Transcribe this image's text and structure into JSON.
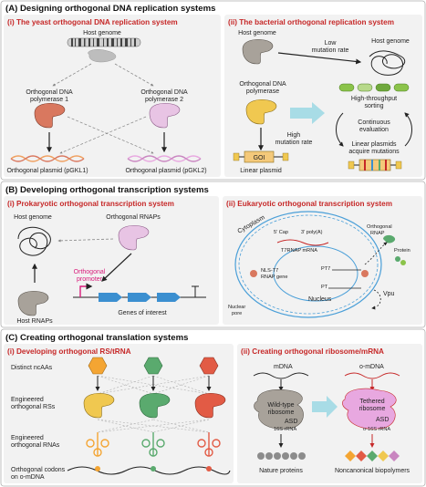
{
  "sections": {
    "A": {
      "title": "(A)  Designing orthogonal DNA replication systems",
      "i": {
        "subtitle": "(i) The yeast orthogonal DNA replication system",
        "host_genome": "Host genome",
        "pol1": [
          "Orthogonal DNA",
          "polymerase 1"
        ],
        "pol2": [
          "Orthogonal DNA",
          "polymerase 2"
        ],
        "plasmid1": "Orthogonal plasmid (pGKL1)",
        "plasmid2": "Orthogonal plasmid (pGKL2)"
      },
      "ii": {
        "subtitle": "(ii) The bacterial orthogonal replication system",
        "host_genome_left": "Host genome",
        "host_genome_right": "Host genome",
        "low_rate": [
          "Low",
          "mutation rate"
        ],
        "pol": [
          "Orthogonal DNA",
          "polymerase"
        ],
        "high_rate": [
          "High",
          "mutation rate"
        ],
        "goi": "GOI",
        "linear_plasmid": "Linear plasmid",
        "sorting": [
          "High-throughput",
          "sorting"
        ],
        "evaluation": [
          "Continuous",
          "evaluation"
        ],
        "acquire": [
          "Linear plasmids",
          "acquire mutations"
        ]
      }
    },
    "B": {
      "title": "(B)  Developing orthogonal transcription systems",
      "i": {
        "subtitle": "(i) Prokaryotic orthogonal transcription system",
        "host_genome": "Host genome",
        "rnaps": "Orthogonal RNAPs",
        "host_rnaps": "Host RNAPs",
        "promoter": [
          "Orthogonal",
          "promoter"
        ],
        "genes": "Genes of interest"
      },
      "ii": {
        "subtitle": "(ii) Eukaryotic orthogonal transcription system",
        "cytoplasm": "Cytoplasm",
        "cap": "5' Cap",
        "polya": "3' poly(A)",
        "mrna": "T7RNAP mRNA",
        "nls": [
          "NLS-T7",
          "RNAP gene"
        ],
        "nucleus": "Nucleus",
        "pore": [
          "Nuclear",
          "pore"
        ],
        "orth_rnap": [
          "Orthogonal",
          "RNAP"
        ],
        "protein": "Protein",
        "pt7": "PT7",
        "pt": "PT",
        "vpu": "Vpu"
      }
    },
    "C": {
      "title": "(C)  Creating orthogonal translation systems",
      "i": {
        "subtitle": "(i) Developing orthogonal RS/tRNA",
        "ncaas": "Distinct ncAAs",
        "rss": [
          "Engineered",
          "orthogonal RSs"
        ],
        "rnas": [
          "Engineered",
          "orthogonal RNAs"
        ],
        "codons": [
          "Orthogonal codons",
          "on o-mDNA"
        ]
      },
      "ii": {
        "subtitle": "(ii) Creating orthogonal ribosome/mRNA",
        "mdna": "mDNA",
        "omdna": "o-mDNA",
        "wt": [
          "Wild-type",
          "ribosome"
        ],
        "asd1": "ASD",
        "rrna1": "16S rRNA",
        "tethered": [
          "Tethered",
          "ribosome"
        ],
        "asd2": "ASD",
        "rrna2": "o-16S rRNA",
        "nature": "Nature proteins",
        "noncanonical": "Noncanonical biopolymers"
      }
    }
  },
  "colors": {
    "panel_bg": "#f2f2f2",
    "section_border": "#b0b0b0",
    "red_text": "#c62828",
    "pol_salmon": "#d9785f",
    "pol_pink": "#e8c4e4",
    "pol_yellow": "#f0c850",
    "pol_gray": "#a8a29a",
    "ncaa_orange": "#f4a533",
    "ncaa_green": "#5aaa6e",
    "ncaa_red": "#e25b45",
    "arrow_cyan": "#a8dce6",
    "nucleus_blue": "#4a9fd8",
    "gene_blue": "#3b8fd0",
    "promoter_pink": "#d81b7a"
  }
}
